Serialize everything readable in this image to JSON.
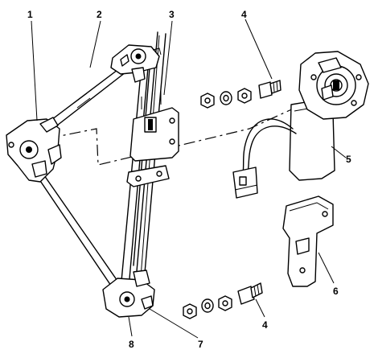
{
  "callouts": [
    {
      "id": "c1",
      "text": "1"
    },
    {
      "id": "c2",
      "text": "2"
    },
    {
      "id": "c3",
      "text": "3"
    },
    {
      "id": "c4a",
      "text": "4"
    },
    {
      "id": "c5",
      "text": "5"
    },
    {
      "id": "c6",
      "text": "6"
    },
    {
      "id": "c4b",
      "text": "4"
    },
    {
      "id": "c7",
      "text": "7"
    },
    {
      "id": "c8",
      "text": "8"
    }
  ]
}
